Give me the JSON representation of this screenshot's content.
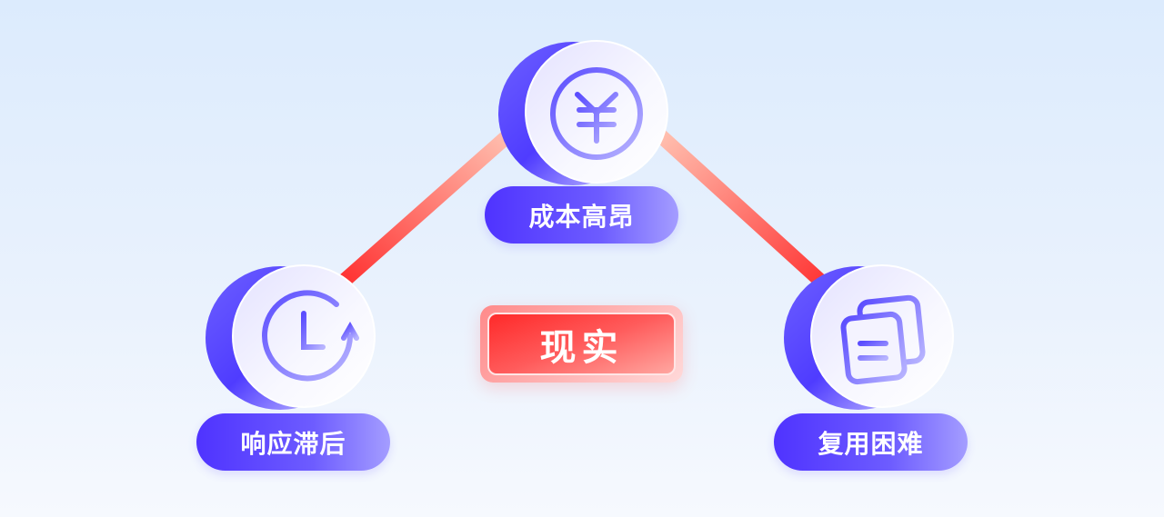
{
  "center_label": "现实",
  "nodes": [
    {
      "label": "成本高昂",
      "icon": "yen-icon"
    },
    {
      "label": "响应滞后",
      "icon": "clock-refresh-icon"
    },
    {
      "label": "复用困难",
      "icon": "documents-icon"
    }
  ],
  "colors": {
    "accent": "#4f33ff",
    "line": "#ff3b3b",
    "center": "#ff2a2a"
  }
}
